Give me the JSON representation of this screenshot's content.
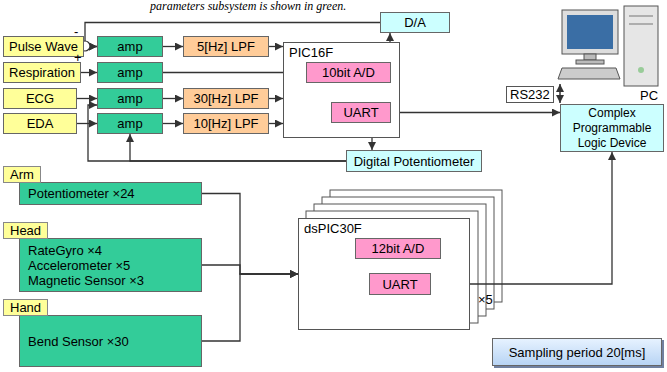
{
  "diagram": {
    "caption": "parameters subsystem is shown in green.",
    "nodes": [
      {
        "text": [
          "Pulse Wave"
        ]
      },
      {
        "text": [
          "Respiration"
        ]
      },
      {
        "text": [
          "ECG"
        ]
      },
      {
        "text": [
          "EDA"
        ]
      },
      {
        "text": [
          "amp"
        ]
      },
      {
        "text": [
          "amp"
        ]
      },
      {
        "text": [
          "amp"
        ]
      },
      {
        "text": [
          "amp"
        ]
      },
      {
        "text": [
          "5[Hz]  LPF"
        ]
      },
      {
        "text": [
          "30[Hz]  LPF"
        ]
      },
      {
        "text": [
          "10[Hz]  LPF"
        ]
      },
      {
        "text": [
          "D/A"
        ]
      },
      {
        "text": [
          "PIC16F"
        ]
      },
      {
        "text": [
          "10bit A/D"
        ],
        "in": 12
      },
      {
        "text": [
          "UART"
        ],
        "in": 12
      },
      {
        "text": [
          "Digital Potentiometer"
        ]
      },
      {
        "text": [
          "Complex Programmable Logic Device"
        ]
      },
      {
        "text": [
          "Arm",
          "Potentiometer ×24"
        ]
      },
      {
        "text": [
          "Head",
          "RateGyro ×4",
          "Accelerometer ×5",
          "Magnetic Sensor ×3"
        ]
      },
      {
        "text": [
          "Hand",
          "Bend Sensor ×30"
        ]
      },
      {
        "text": [
          "dsPIC30F"
        ]
      },
      {
        "text": [
          "12bit A/D"
        ],
        "in": 20
      },
      {
        "text": [
          "UART"
        ],
        "in": 20
      },
      {
        "text": [
          "Sampling period 20[ms]"
        ]
      }
    ],
    "edges": [
      {
        "from": 0,
        "to": 4,
        "arrow": "to"
      },
      {
        "from": 11,
        "to": 4,
        "arrow": "to"
      },
      {
        "from": 12,
        "to": 11,
        "arrow": "to"
      },
      {
        "from": 1,
        "to": 5,
        "arrow": "to"
      },
      {
        "from": 2,
        "to": 6,
        "arrow": "to"
      },
      {
        "from": 3,
        "to": 7,
        "arrow": "to"
      },
      {
        "from": 4,
        "to": 8,
        "arrow": "to"
      },
      {
        "from": 6,
        "to": 9,
        "arrow": "to"
      },
      {
        "from": 7,
        "to": 10,
        "arrow": "to"
      },
      {
        "from": 5,
        "to": 13,
        "arrow": "to"
      },
      {
        "from": 8,
        "to": 12,
        "arrow": "to"
      },
      {
        "from": 9,
        "to": 12,
        "arrow": "to"
      },
      {
        "from": 10,
        "to": 12,
        "arrow": "to"
      },
      {
        "from": 14,
        "to": 16,
        "arrow": "both"
      },
      {
        "from": 12,
        "to": 15,
        "arrow": "to"
      },
      {
        "from": 15,
        "to": 6,
        "arrow": "to"
      },
      {
        "from": 15,
        "to": 7,
        "arrow": "to"
      },
      {
        "from": 17,
        "to": 20,
        "arrow": "to"
      },
      {
        "from": 18,
        "to": 20,
        "arrow": "to"
      },
      {
        "from": 19,
        "to": 20,
        "arrow": "to"
      },
      {
        "from": 16,
        "to": 22,
        "arrow": "both"
      }
    ],
    "labels": [
      "-",
      "+",
      "RS232",
      "PC",
      "×5"
    ]
  }
}
